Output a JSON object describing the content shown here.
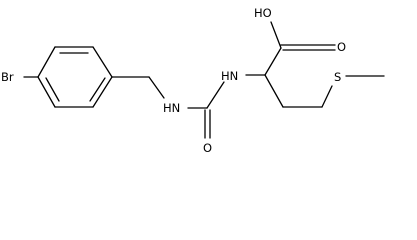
{
  "molecule": {
    "atoms": {
      "br": "Br",
      "nh_benzyl": "HN",
      "nh_alpha": "HN",
      "o_urea": "O",
      "oh": "HO",
      "o_acid": "O",
      "s": "S"
    },
    "colors": {
      "bond": "#000000",
      "text": "#000000",
      "background": "#ffffff"
    }
  }
}
